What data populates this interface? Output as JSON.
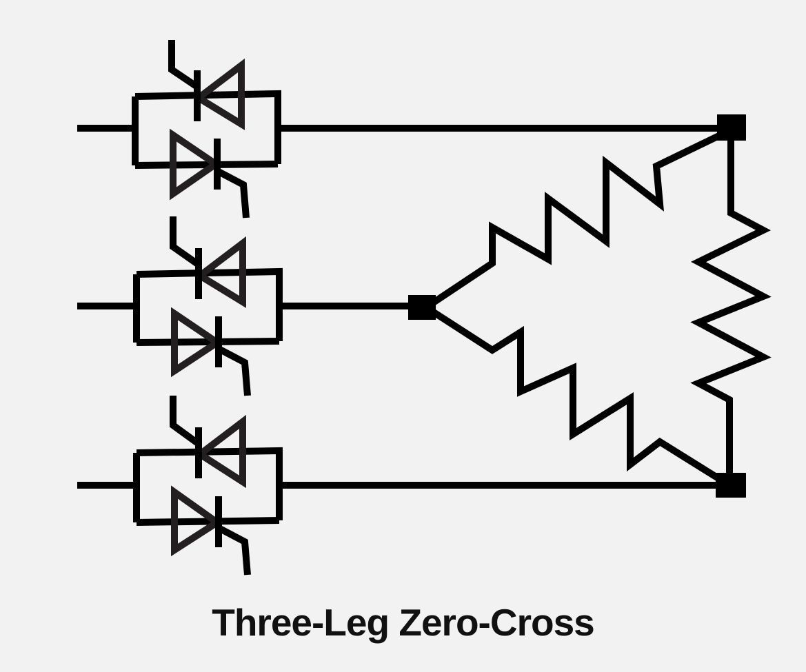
{
  "diagram": {
    "title": "Three-Leg Zero-Cross",
    "components": {
      "scr_pairs": 3,
      "resistors": 3,
      "load_configuration": "delta with center junction",
      "icon": "thyristor-switch-icon"
    },
    "colors": {
      "background": "#f2f2f2",
      "wire": "#000000",
      "scr_outline": "#231f20",
      "text": "#111111"
    }
  }
}
